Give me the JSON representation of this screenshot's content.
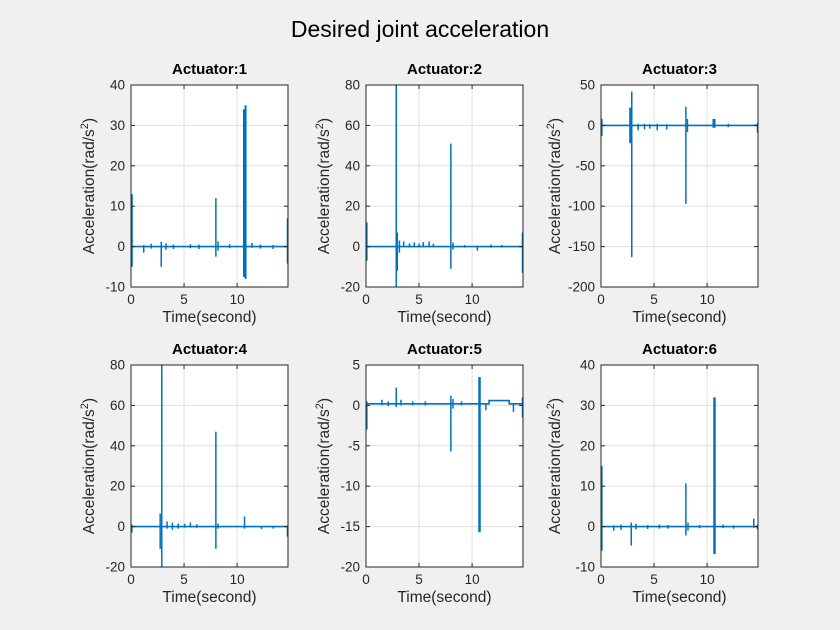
{
  "figure": {
    "title": "Desired joint acceleration",
    "bg_color": "#F0F0F0",
    "plot_bg": "#FFFFFF",
    "line_color": "#0072BD",
    "grid_color": "#E0E0E0",
    "axis_color": "#262626",
    "text_color": "#262626",
    "ylabel_main": "Acceleration(rad/s",
    "ylabel_sup": "2",
    "ylabel_close": ")"
  },
  "chart_data": [
    {
      "type": "line",
      "title": "Actuator:1",
      "xlabel": "Time(second)",
      "ylabel": "Acceleration(rad/s2)",
      "xlim": [
        0,
        14.8
      ],
      "ylim": [
        -10,
        40
      ],
      "xticks": [
        0,
        5,
        10
      ],
      "yticks": [
        -10,
        0,
        10,
        20,
        30,
        40
      ],
      "baseline": 0,
      "spikes": [
        {
          "t": 0.1,
          "hi": 13,
          "lo": -5
        },
        {
          "t": 1.2,
          "hi": 0.4,
          "lo": -1.5
        },
        {
          "t": 1.9,
          "hi": 0.7,
          "lo": -0.5
        },
        {
          "t": 2.85,
          "hi": 1.2,
          "lo": -5
        },
        {
          "t": 3.3,
          "hi": 0.8,
          "lo": -0.8
        },
        {
          "t": 4.0,
          "hi": 0.5,
          "lo": -0.6
        },
        {
          "t": 5.6,
          "hi": 0.6,
          "lo": -0.4
        },
        {
          "t": 6.4,
          "hi": 0.5,
          "lo": -0.6
        },
        {
          "t": 8.0,
          "hi": 12,
          "lo": -2.5
        },
        {
          "t": 8.2,
          "hi": 1.3,
          "lo": -1
        },
        {
          "t": 9.3,
          "hi": 0.6,
          "lo": -0.4
        },
        {
          "t": 10.65,
          "hi": 34,
          "lo": -7.5,
          "w": 2
        },
        {
          "t": 10.8,
          "hi": 35,
          "lo": -8,
          "w": 2
        },
        {
          "t": 11.4,
          "hi": 0.9,
          "lo": -0.3
        },
        {
          "t": 12.2,
          "hi": 0.5,
          "lo": -0.5
        },
        {
          "t": 13.4,
          "hi": 0.4,
          "lo": -0.6
        },
        {
          "t": 14.75,
          "hi": 7,
          "lo": -4.2
        }
      ]
    },
    {
      "type": "line",
      "title": "Actuator:2",
      "xlabel": "Time(second)",
      "ylabel": "Acceleration(rad/s2)",
      "xlim": [
        0,
        14.8
      ],
      "ylim": [
        -20,
        80
      ],
      "xticks": [
        0,
        5,
        10
      ],
      "yticks": [
        -20,
        0,
        20,
        40,
        60,
        80
      ],
      "baseline": 0,
      "spikes": [
        {
          "t": 0.08,
          "hi": 12,
          "lo": -7
        },
        {
          "t": 2.85,
          "hi": 150,
          "lo": -60
        },
        {
          "t": 2.95,
          "hi": 7,
          "lo": -12
        },
        {
          "t": 3.15,
          "hi": 3,
          "lo": -3
        },
        {
          "t": 3.55,
          "hi": 2.6,
          "lo": -0.4
        },
        {
          "t": 4.1,
          "hi": 1.6,
          "lo": -0.4
        },
        {
          "t": 4.55,
          "hi": 2.1,
          "lo": -0.4
        },
        {
          "t": 5.0,
          "hi": 1.5,
          "lo": -0.4
        },
        {
          "t": 5.4,
          "hi": 2.2,
          "lo": -0.4
        },
        {
          "t": 5.95,
          "hi": 2.6,
          "lo": -0.4
        },
        {
          "t": 6.35,
          "hi": 1.4,
          "lo": -0.4
        },
        {
          "t": 8.0,
          "hi": 51,
          "lo": -11
        },
        {
          "t": 8.2,
          "hi": 2,
          "lo": -1.5
        },
        {
          "t": 9.3,
          "hi": 0.8,
          "lo": -0.5
        },
        {
          "t": 10.5,
          "hi": 0.5,
          "lo": -2
        },
        {
          "t": 11.8,
          "hi": 1,
          "lo": -0.6
        },
        {
          "t": 12.8,
          "hi": 0.8,
          "lo": -0.5
        },
        {
          "t": 14.75,
          "hi": 7,
          "lo": -13
        }
      ]
    },
    {
      "type": "line",
      "title": "Actuator:3",
      "xlabel": "Time(second)",
      "ylabel": "Acceleration(rad/s2)",
      "xlim": [
        0,
        14.8
      ],
      "ylim": [
        -200,
        50
      ],
      "xticks": [
        0,
        5,
        10
      ],
      "yticks": [
        -200,
        -150,
        -100,
        -50,
        0,
        50
      ],
      "baseline": 0,
      "spikes": [
        {
          "t": 0.08,
          "hi": 8,
          "lo": -13
        },
        {
          "t": 2.8,
          "hi": 22,
          "lo": -22,
          "w": 3
        },
        {
          "t": 2.9,
          "hi": 42,
          "lo": -163
        },
        {
          "t": 3.5,
          "hi": 2,
          "lo": -6
        },
        {
          "t": 4.1,
          "hi": 2,
          "lo": -5
        },
        {
          "t": 4.6,
          "hi": 1.5,
          "lo": -4
        },
        {
          "t": 5.3,
          "hi": 2,
          "lo": -6
        },
        {
          "t": 6.2,
          "hi": 1.5,
          "lo": -5
        },
        {
          "t": 8.0,
          "hi": 23,
          "lo": -97
        },
        {
          "t": 8.15,
          "hi": 8,
          "lo": -8
        },
        {
          "t": 10.65,
          "hi": 8,
          "lo": -3,
          "w": 3
        },
        {
          "t": 12.0,
          "hi": 2,
          "lo": -2
        },
        {
          "t": 14.75,
          "hi": 3,
          "lo": -9
        }
      ]
    },
    {
      "type": "line",
      "title": "Actuator:4",
      "xlabel": "Time(second)",
      "ylabel": "Acceleration(rad/s2)",
      "xlim": [
        0,
        14.8
      ],
      "ylim": [
        -20,
        80
      ],
      "xticks": [
        0,
        5,
        10
      ],
      "yticks": [
        -20,
        0,
        20,
        40,
        60,
        80
      ],
      "baseline": 0,
      "spikes": [
        {
          "t": 0.08,
          "hi": 1,
          "lo": -3
        },
        {
          "t": 2.75,
          "hi": 6.5,
          "lo": -11
        },
        {
          "t": 2.9,
          "hi": 150,
          "lo": -60
        },
        {
          "t": 3.4,
          "hi": 2.6,
          "lo": -1
        },
        {
          "t": 3.9,
          "hi": 2,
          "lo": -1.6
        },
        {
          "t": 4.45,
          "hi": 1.5,
          "lo": -1
        },
        {
          "t": 5.05,
          "hi": 1.4,
          "lo": -0.5
        },
        {
          "t": 5.6,
          "hi": 2.1,
          "lo": -0.5
        },
        {
          "t": 6.2,
          "hi": 1.2,
          "lo": -0.6
        },
        {
          "t": 8.0,
          "hi": 47,
          "lo": -11
        },
        {
          "t": 8.2,
          "hi": 1.5,
          "lo": -1
        },
        {
          "t": 10.7,
          "hi": 5,
          "lo": -1
        },
        {
          "t": 12.3,
          "hi": 0.3,
          "lo": -1.2
        },
        {
          "t": 13.4,
          "hi": 0.3,
          "lo": -1
        },
        {
          "t": 14.75,
          "hi": 0.5,
          "lo": -5
        }
      ]
    },
    {
      "type": "line",
      "title": "Actuator:5",
      "xlabel": "Time(second)",
      "ylabel": "Acceleration(rad/s2)",
      "xlim": [
        0,
        14.8
      ],
      "ylim": [
        -20,
        5
      ],
      "xticks": [
        0,
        5,
        10
      ],
      "yticks": [
        -20,
        -15,
        -10,
        -5,
        0,
        5
      ],
      "baseline": 0.2,
      "baseline_segments": [
        {
          "t0": 11.6,
          "t1": 13.5,
          "v": 0.6
        }
      ],
      "spikes": [
        {
          "t": 0.08,
          "hi": 0.5,
          "lo": -3
        },
        {
          "t": 1.5,
          "hi": 0.7,
          "lo": 0
        },
        {
          "t": 2.1,
          "hi": 0.5,
          "lo": -0.1
        },
        {
          "t": 2.85,
          "hi": 2.2,
          "lo": -0.2
        },
        {
          "t": 3.3,
          "hi": 0.7,
          "lo": 0
        },
        {
          "t": 4.4,
          "hi": 0.5,
          "lo": 0
        },
        {
          "t": 5.6,
          "hi": 0.5,
          "lo": 0
        },
        {
          "t": 8.0,
          "hi": 1.2,
          "lo": -5.7
        },
        {
          "t": 8.2,
          "hi": 0.8,
          "lo": -0.4
        },
        {
          "t": 9.0,
          "hi": 0.5,
          "lo": 0
        },
        {
          "t": 10.7,
          "hi": 3.5,
          "lo": -15.7,
          "w": 2.5
        },
        {
          "t": 11.3,
          "hi": 0.3,
          "lo": -0.6
        },
        {
          "t": 13.9,
          "hi": 0.2,
          "lo": -0.8
        },
        {
          "t": 14.75,
          "hi": 1,
          "lo": -1.5
        }
      ]
    },
    {
      "type": "line",
      "title": "Actuator:6",
      "xlabel": "Time(second)",
      "ylabel": "Acceleration(rad/s2)",
      "xlim": [
        0,
        14.8
      ],
      "ylim": [
        -10,
        40
      ],
      "xticks": [
        0,
        5,
        10
      ],
      "yticks": [
        -10,
        0,
        10,
        20,
        30,
        40
      ],
      "baseline": 0,
      "spikes": [
        {
          "t": 0.08,
          "hi": 15,
          "lo": -6
        },
        {
          "t": 1.2,
          "hi": 0.3,
          "lo": -1
        },
        {
          "t": 1.9,
          "hi": 0.5,
          "lo": -0.8
        },
        {
          "t": 2.85,
          "hi": 1,
          "lo": -4.7
        },
        {
          "t": 3.3,
          "hi": 0.7,
          "lo": -0.7
        },
        {
          "t": 4.4,
          "hi": 0.4,
          "lo": -0.6
        },
        {
          "t": 5.5,
          "hi": 0.5,
          "lo": -0.5
        },
        {
          "t": 6.3,
          "hi": 0.4,
          "lo": -0.5
        },
        {
          "t": 8.0,
          "hi": 10.7,
          "lo": -2.2
        },
        {
          "t": 8.2,
          "hi": 1,
          "lo": -1
        },
        {
          "t": 9.3,
          "hi": 0.4,
          "lo": -0.4
        },
        {
          "t": 10.7,
          "hi": 32,
          "lo": -6.8,
          "w": 2.5
        },
        {
          "t": 11.5,
          "hi": 0.5,
          "lo": -0.4
        },
        {
          "t": 12.5,
          "hi": 0.3,
          "lo": -0.5
        },
        {
          "t": 14.4,
          "hi": 2,
          "lo": -0.3
        },
        {
          "t": 14.75,
          "hi": 0.5,
          "lo": -0.7
        }
      ]
    }
  ]
}
